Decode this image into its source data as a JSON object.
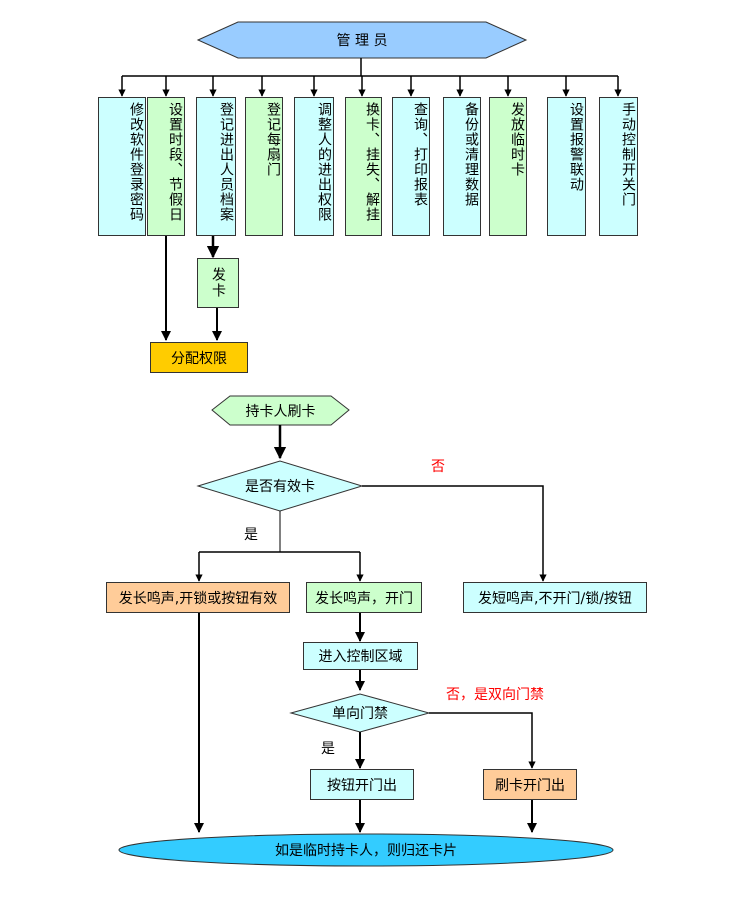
{
  "admin": {
    "label": "管 理 员"
  },
  "functions": [
    {
      "id": "modify-login-password",
      "label": "修改软件登录密码",
      "color": "cyan"
    },
    {
      "id": "set-time-holiday",
      "label": "设置时段、节假日",
      "color": "green"
    },
    {
      "id": "register-person-files",
      "label": "登记进出人员档案",
      "color": "cyan"
    },
    {
      "id": "register-each-door",
      "label": "登记每扇门",
      "color": "green"
    },
    {
      "id": "adjust-access-rights",
      "label": "调整人的进出权限",
      "color": "cyan"
    },
    {
      "id": "replace-report-unlock",
      "label": "换卡、挂失、解挂",
      "color": "green"
    },
    {
      "id": "query-print-reports",
      "label": "查询、打印报表",
      "color": "cyan"
    },
    {
      "id": "backup-clean-data",
      "label": "备份或清理数据",
      "color": "cyan"
    },
    {
      "id": "issue-temp-card",
      "label": "发放临时卡",
      "color": "green"
    },
    {
      "id": "set-alarm-link",
      "label": "设置报警联动",
      "color": "cyan"
    },
    {
      "id": "manual-door-control",
      "label": "手动控制开关门",
      "color": "cyan"
    }
  ],
  "issue_card": {
    "label": "发卡"
  },
  "assign_rights": {
    "label": "分配权限"
  },
  "swipe": {
    "label": "持卡人刷卡"
  },
  "valid_card": {
    "label": "是否有效卡"
  },
  "no_label": {
    "label": "否"
  },
  "yes_label": {
    "label": "是"
  },
  "long_beep_btn": {
    "label": "发长鸣声,开锁或按钮有效"
  },
  "long_beep_open": {
    "label": "发长鸣声，开门"
  },
  "short_beep": {
    "label": "发短鸣声,不开门/锁/按钮"
  },
  "enter_zone": {
    "label": "进入控制区域"
  },
  "one_way": {
    "label": "单向门禁"
  },
  "no_two_way": {
    "label": "否，是双向门禁"
  },
  "yes_label2": {
    "label": "是"
  },
  "button_exit": {
    "label": "按钮开门出"
  },
  "card_exit": {
    "label": "刷卡开门出"
  },
  "return_card": {
    "label": "如是临时持卡人，则归还卡片"
  },
  "colors": {
    "cyan": "#ccffff",
    "green": "#ccffcc",
    "peach": "#ffcc99",
    "gold": "#ffcc00",
    "diamond": "#ccffff",
    "oval": "#33ccff",
    "red_text": "#ff0000"
  }
}
